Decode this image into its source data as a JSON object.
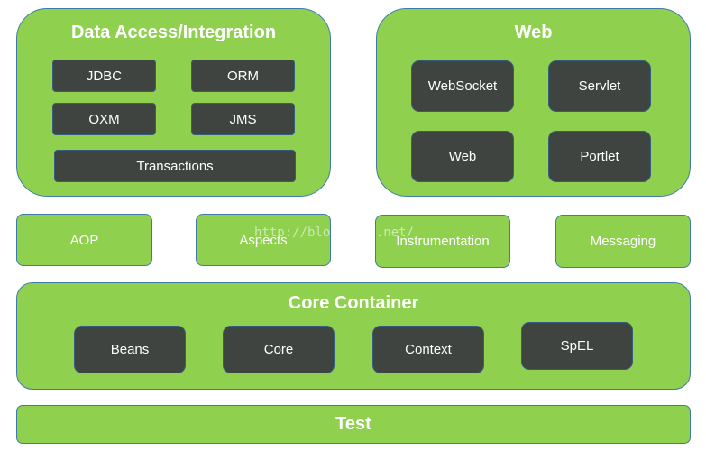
{
  "data_access": {
    "title": "Data Access/Integration",
    "modules": [
      "JDBC",
      "ORM",
      "OXM",
      "JMS",
      "Transactions"
    ]
  },
  "web": {
    "title": "Web",
    "modules": [
      "WebSocket",
      "Servlet",
      "Web",
      "Portlet"
    ]
  },
  "middle": [
    "AOP",
    "Aspects",
    "Instrumentation",
    "Messaging"
  ],
  "core_container": {
    "title": "Core Container",
    "modules": [
      "Beans",
      "Core",
      "Context",
      "SpEL"
    ]
  },
  "test": {
    "title": "Test"
  },
  "watermark": "http://blog.csdn.net/"
}
